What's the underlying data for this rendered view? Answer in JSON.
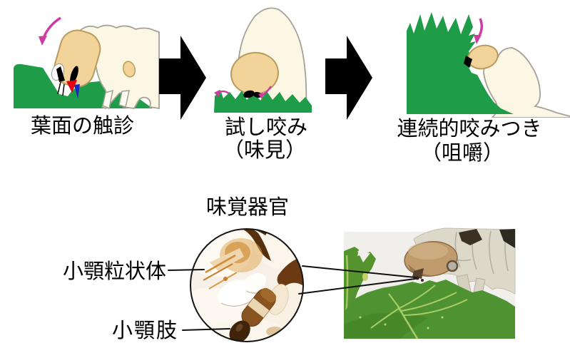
{
  "steps": [
    {
      "label": "葉面の触診",
      "sublabel": ""
    },
    {
      "label": "試し咬み",
      "sublabel": "（味見）"
    },
    {
      "label": "連続的咬みつき",
      "sublabel": "（咀嚼）"
    }
  ],
  "taste": {
    "title": "味覚器官",
    "labels": [
      {
        "text": "小顎粒状体"
      },
      {
        "text": "小顎肢"
      }
    ]
  },
  "icons": {
    "step_arrow": "black-right-block-arrow",
    "touch_arrow": "magenta-down-arrow"
  },
  "colors": {
    "leaf_green": "#1e9c47",
    "head_tan": "#f2d49b",
    "body_cream": "#fbf7e4",
    "magenta": "#cf3ba3",
    "arrow_black": "#000000",
    "photo_leaf_green": "#4f9231",
    "palp_brown": "#8a5420"
  }
}
